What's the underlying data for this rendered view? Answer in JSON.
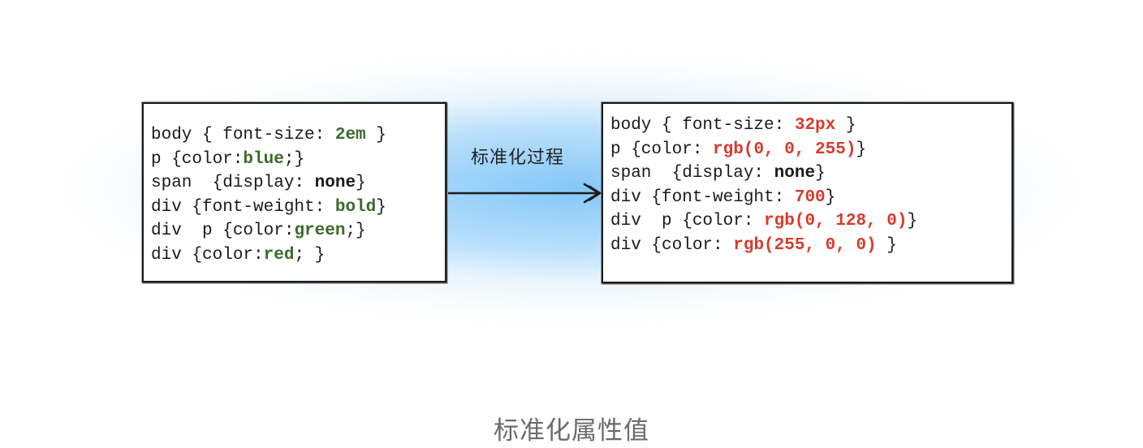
{
  "diagram": {
    "left_box": {
      "lines": [
        [
          {
            "text": "body { font-size: ",
            "color": "#1a1a1a",
            "bold": false
          },
          {
            "text": "2em",
            "color": "#3a6b2a",
            "bold": true
          },
          {
            "text": " }",
            "color": "#1a1a1a",
            "bold": false
          }
        ],
        [
          {
            "text": "p {color:",
            "color": "#1a1a1a",
            "bold": false
          },
          {
            "text": "blue",
            "color": "#3a6b2a",
            "bold": true
          },
          {
            "text": ";}",
            "color": "#1a1a1a",
            "bold": false
          }
        ],
        [
          {
            "text": "span  {display: ",
            "color": "#1a1a1a",
            "bold": false
          },
          {
            "text": "none",
            "color": "#1a1a1a",
            "bold": true
          },
          {
            "text": "}",
            "color": "#1a1a1a",
            "bold": false
          }
        ],
        [
          {
            "text": "div {font-weight: ",
            "color": "#1a1a1a",
            "bold": false
          },
          {
            "text": "bold",
            "color": "#3a6b2a",
            "bold": true
          },
          {
            "text": "}",
            "color": "#1a1a1a",
            "bold": false
          }
        ],
        [
          {
            "text": "div  p {color:",
            "color": "#1a1a1a",
            "bold": false
          },
          {
            "text": "green",
            "color": "#3a6b2a",
            "bold": true
          },
          {
            "text": ";}",
            "color": "#1a1a1a",
            "bold": false
          }
        ],
        [
          {
            "text": "div {color:",
            "color": "#1a1a1a",
            "bold": false
          },
          {
            "text": "red",
            "color": "#3a6b2a",
            "bold": true
          },
          {
            "text": "; }",
            "color": "#1a1a1a",
            "bold": false
          }
        ]
      ]
    },
    "right_box": {
      "lines": [
        [
          {
            "text": "body { font-size: ",
            "color": "#1a1a1a",
            "bold": false
          },
          {
            "text": "32px",
            "color": "#d93a2b",
            "bold": true
          },
          {
            "text": " }",
            "color": "#1a1a1a",
            "bold": false
          }
        ],
        [
          {
            "text": "p {color: ",
            "color": "#1a1a1a",
            "bold": false
          },
          {
            "text": "rgb(0, 0, 255)",
            "color": "#d93a2b",
            "bold": true
          },
          {
            "text": "}",
            "color": "#1a1a1a",
            "bold": false
          }
        ],
        [
          {
            "text": "span  {display: ",
            "color": "#1a1a1a",
            "bold": false
          },
          {
            "text": "none",
            "color": "#1a1a1a",
            "bold": true
          },
          {
            "text": "}",
            "color": "#1a1a1a",
            "bold": false
          }
        ],
        [
          {
            "text": "div {font-weight: ",
            "color": "#1a1a1a",
            "bold": false
          },
          {
            "text": "700",
            "color": "#d93a2b",
            "bold": true
          },
          {
            "text": "}",
            "color": "#1a1a1a",
            "bold": false
          }
        ],
        [
          {
            "text": "div  p {color: ",
            "color": "#1a1a1a",
            "bold": false
          },
          {
            "text": "rgb(0, 128, 0)",
            "color": "#d93a2b",
            "bold": true
          },
          {
            "text": "}",
            "color": "#1a1a1a",
            "bold": false
          }
        ],
        [
          {
            "text": "div {color: ",
            "color": "#1a1a1a",
            "bold": false
          },
          {
            "text": "rgb(255, 0, 0)",
            "color": "#d93a2b",
            "bold": true
          },
          {
            "text": " }",
            "color": "#1a1a1a",
            "bold": false
          }
        ]
      ]
    },
    "arrow_label": "标准化过程",
    "caption": "标准化属性值"
  },
  "colors": {
    "glow": "#7ec4f8",
    "border": "#1c1c1c",
    "value_green": "#3a6b2a",
    "value_red": "#d93a2b",
    "caption": "#6b6b6b"
  }
}
